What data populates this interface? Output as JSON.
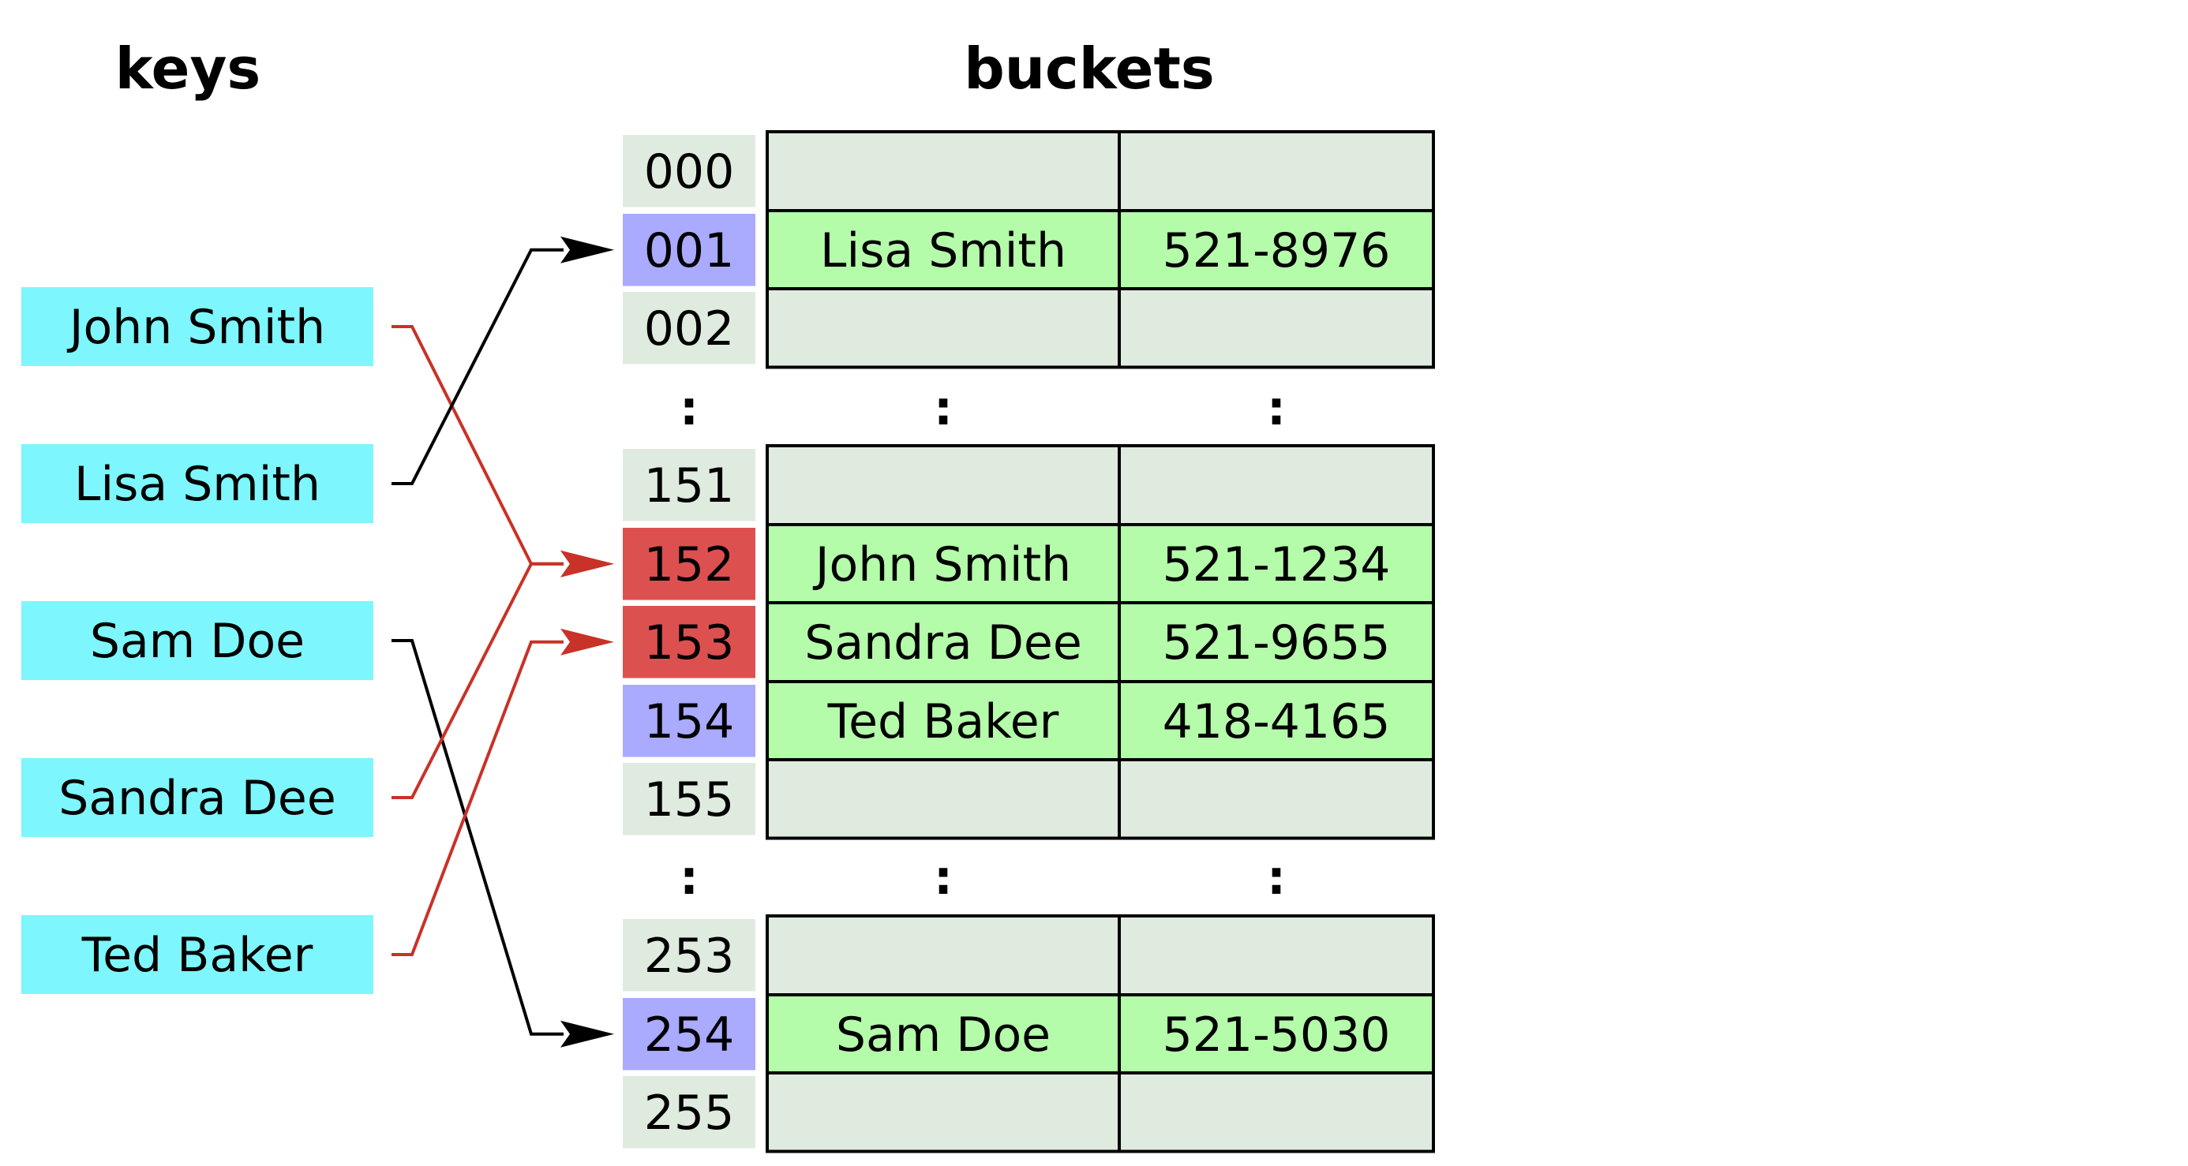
{
  "headers": {
    "keys": "keys",
    "buckets": "buckets"
  },
  "colors": {
    "key_box": "#7df6fd",
    "index_empty": "#e0ebdf",
    "index_single": "#aaaaff",
    "index_collision": "#dd5050",
    "cell_empty": "#e0ebdf",
    "cell_filled": "#b4fbaa",
    "line_direct": "#000000",
    "line_collision": "#c83228"
  },
  "keys": [
    {
      "label": "John Smith"
    },
    {
      "label": "Lisa Smith"
    },
    {
      "label": "Sam Doe"
    },
    {
      "label": "Sandra Dee"
    },
    {
      "label": "Ted Baker"
    }
  ],
  "buckets": [
    {
      "index": "000",
      "status": "empty",
      "name": "",
      "phone": ""
    },
    {
      "index": "001",
      "status": "single",
      "name": "Lisa Smith",
      "phone": "521-8976"
    },
    {
      "index": "002",
      "status": "empty",
      "name": "",
      "phone": ""
    },
    {
      "index": "151",
      "status": "empty",
      "name": "",
      "phone": ""
    },
    {
      "index": "152",
      "status": "collision",
      "name": "John Smith",
      "phone": "521-1234"
    },
    {
      "index": "153",
      "status": "collision",
      "name": "Sandra Dee",
      "phone": "521-9655"
    },
    {
      "index": "154",
      "status": "single",
      "name": "Ted Baker",
      "phone": "418-4165"
    },
    {
      "index": "155",
      "status": "empty",
      "name": "",
      "phone": ""
    },
    {
      "index": "253",
      "status": "empty",
      "name": "",
      "phone": ""
    },
    {
      "index": "254",
      "status": "single",
      "name": "Sam Doe",
      "phone": "521-5030"
    },
    {
      "index": "255",
      "status": "empty",
      "name": "",
      "phone": ""
    }
  ],
  "ellipsis": ":",
  "mappings": [
    {
      "key": "John Smith",
      "bucket": "152",
      "type": "collision"
    },
    {
      "key": "Lisa Smith",
      "bucket": "001",
      "type": "direct"
    },
    {
      "key": "Sam Doe",
      "bucket": "254",
      "type": "direct"
    },
    {
      "key": "Sandra Dee",
      "bucket": "152",
      "type": "collision"
    },
    {
      "key": "Ted Baker",
      "bucket": "153",
      "type": "collision"
    }
  ]
}
